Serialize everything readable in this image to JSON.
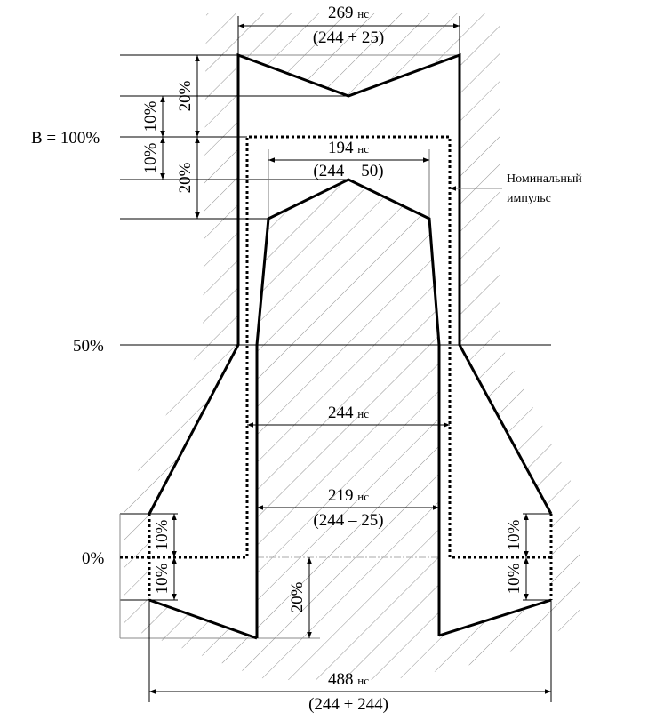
{
  "levels": {
    "top": "B = 100%",
    "mid": "50%",
    "zero": "0%"
  },
  "dimensions": {
    "top_width": {
      "value": "269",
      "unit": "нс",
      "formula": "(244 + 25)"
    },
    "inner_top_width": {
      "value": "194",
      "unit": "нс",
      "formula": "(244 – 50)"
    },
    "nominal_width": {
      "value": "244",
      "unit": "нс"
    },
    "inner_bottom_width": {
      "value": "219",
      "unit": "нс",
      "formula": "(244 – 25)"
    },
    "base_width": {
      "value": "488",
      "unit": "нс",
      "formula": "(244 + 244)"
    }
  },
  "percent_marks": {
    "upper_outer_20": "20%",
    "upper_10_a": "10%",
    "upper_10_b": "10%",
    "upper_inner_20": "20%",
    "left_10_a": "10%",
    "left_10_b": "10%",
    "right_10_a": "10%",
    "right_10_b": "10%",
    "bottom_20": "20%"
  },
  "nominal_label": [
    "Номинальный",
    "импульс"
  ]
}
